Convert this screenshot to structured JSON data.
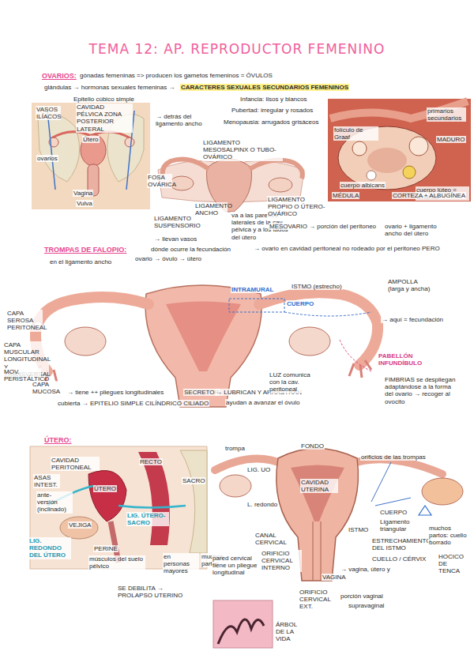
{
  "diagram": {
    "title": "TEMA 12: AP. REPRODUCTOR FEMENINO",
    "labels": [
      "OVARIOS:",
      "gónadas femeninas => producen los gametos femeninos = ÓVULOS",
      "glándulas → hormonas sexuales femeninas →",
      "CARACTERES SEXUALES SECUNDARIOS FEMENINOS",
      "Epitelio cúbico simple",
      "Infancia: lisos y blancos",
      "Pubertad: irregular y rosados",
      "Menopausia: arrugados grisáceos",
      "VASOS ILÍACOS",
      "CAVIDAD PÉLVICA ZONA POSTERIOR LATERAL",
      "→ detrás del ligamento ancho",
      "Útero",
      "ovarios",
      "Vagina",
      "Vulva",
      "LIGAMENTO MESOSALPINX O TUBO-OVÁRICO",
      "FOSA OVÁRICA",
      "LIGAMENTO ANCHO",
      "va a las paredes laterales de la cav. pélvica y a los lados del útero",
      "LIGAMENTO PROPIO O ÚTERO-OVÁRICO",
      "LIGAMENTO SUSPENSORIO",
      "→ llevan vasos",
      "primarios secundarios",
      "folículo de Graaf",
      "MADURO",
      "cuerpo lúteo = amarillo",
      "cuerpo albicans",
      "MÉDULA",
      "CORTEZA + ALBUGÍNEA",
      "MESOVARIO → porción del peritoneo",
      "ovario + ligamento ancho del útero",
      "→ ovario en cavidad peritoneal no rodeado por el peritoneo PERO",
      "TROMPAS DE FALOPIO:",
      "en el ligamento ancho",
      "dónde ocurre la fecundación",
      "ovario → óvulo → útero",
      "INTRAMURAL",
      "ISTMO (estrecho)",
      "CUERPO",
      "AMPOLLA (larga y ancha)",
      "→ aquí = fecundación",
      "CAPA SEROSA PERITONEAL",
      "CAPA MUSCULAR LONGITUDINAL Y TRANSVERSAL",
      "MOV. PERISTÁLTICO",
      "CAPA MUCOSA",
      "→ tiene ++ pliegues longitudinales",
      "cubierta → EPITELIO SIMPLE CILÍNDRICO CILIADO",
      "SECRETOR",
      "→ LUBRICAN Y ARRASTRAN",
      "ayudan a avanzar el óvulo",
      "PABELLÓN INFUNDÍBULO",
      "LUZ comunica con la cav. peritoneal",
      "FIMBRIAS se despliegan adaptándose a la forma del ovario → recoger al ovocito",
      "ÚTERO:",
      "CAVIDAD PERITONEAL",
      "ASAS INTEST.",
      "ante-versión (inclinado)",
      "ÚTERO",
      "RECTO",
      "SACRO",
      "LIG. ÚTERO-SACRO",
      "VEJIGA",
      "LIG. REDONDO DEL ÚTERO",
      "PERINÉ",
      "músculos del suelo pélvico",
      "en personas mayores",
      "muchos partos",
      "SE DEBILITA → PROLAPSO UTERINO",
      "trompa",
      "FONDO",
      "orificios de las trompas",
      "LIG. UO",
      "L. redondo",
      "CAVIDAD UTERINA",
      "ISTMO",
      "CUERPO",
      "Ligamento triangular",
      "ESTRECHAMIENTO DEL ISTMO",
      "CUELLO / CÉRVIX",
      "muchos partos: cuello borrado",
      "→ vagina, útero y",
      "HOCICO DE TENCA",
      "CANAL CERVICAL",
      "ORIFICIO CERVICAL INTERNO",
      "pared cervical tiene un pliegue longitudinal",
      "ORIFICIO CERVICAL EXT.",
      "VAGINA",
      "porción vaginal",
      "supravaginal",
      "ÁRBOL DE LA VIDA"
    ]
  }
}
